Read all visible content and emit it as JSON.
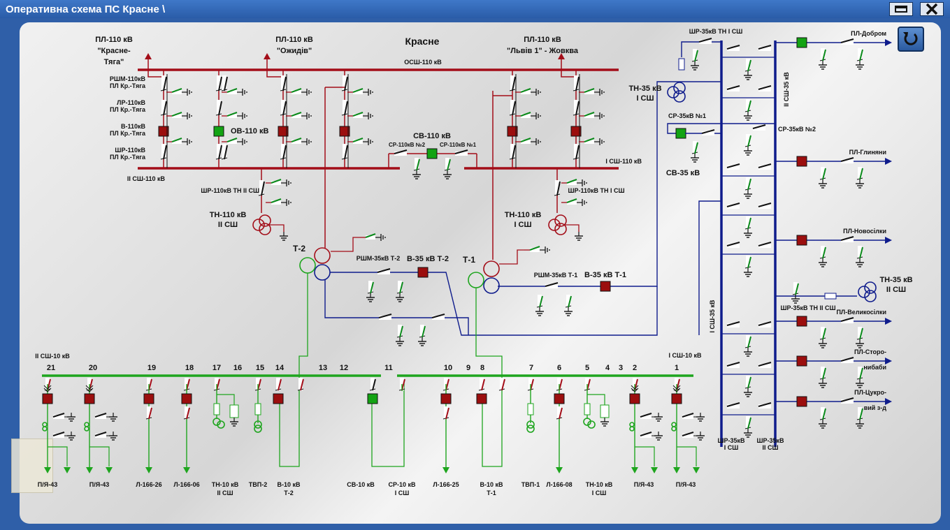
{
  "window": {
    "title": "Оперативна схема ПС Красне \\"
  },
  "station_name": "Красне",
  "lines110": [
    {
      "id": "krasne-tyaga",
      "l1": "ПЛ-110 кВ",
      "l2": "\"Красне-",
      "l3": "Тяга\""
    },
    {
      "id": "ozhydiv",
      "l1": "ПЛ-110 кВ",
      "l2": "\"Ожидів\"",
      "l3": ""
    },
    {
      "id": "lviv",
      "l1": "ПЛ-110 кВ",
      "l2": "\"Львів 1\" - Жовква",
      "l3": ""
    }
  ],
  "bus110": {
    "osh": "ОСШ-110 кВ",
    "s1": "І СШ-110 кВ",
    "s2": "ІІ СШ-110 кВ"
  },
  "left_labels": [
    {
      "a": "РШМ-110кВ",
      "b": "ПЛ Кр.-Тяга"
    },
    {
      "a": "ЛР-110кВ",
      "b": "ПЛ Кр.-Тяга"
    },
    {
      "a": "В-110кВ",
      "b": "ПЛ Кр.-Тяга"
    },
    {
      "a": "ШР-110кВ",
      "b": "ПЛ Кр.-Тяга"
    }
  ],
  "labels110": {
    "ov": "ОВ-110 кВ",
    "sv": "СВ-110 кВ",
    "sr2": "СР-110кВ №2",
    "sr1": "СР-110кВ №1",
    "shr2": "ШР-110кВ ТН ІІ СШ",
    "shr1": "ШР-110кВ ТН І СШ",
    "tn2a": "ТН-110 кВ",
    "tn2b": "ІІ СШ",
    "tn1a": "ТН-110 кВ",
    "tn1b": "І СШ"
  },
  "transformers": {
    "t2": "Т-2",
    "t1": "Т-1",
    "rshm2": "РШМ-35кВ Т-2",
    "v2": "В-35 кВ Т-2",
    "rshm1": "РШМ-35кВ Т-1",
    "v1": "В-35 кВ Т-1"
  },
  "labels35": {
    "shr1": "ШР-35кВ ТН І СШ",
    "tn1a": "ТН-35 кВ",
    "tn1b": "І СШ",
    "sr1": "СР-35кВ №1",
    "sr2": "СР-35кВ №2",
    "sv": "СВ-35 кВ",
    "bus2": "ІІ СШ-35 кВ",
    "bus1": "І СШ-35 кВ",
    "shr2": "ШР-35кВ ТН ІІ СШ",
    "tn2a": "ТН-35 кВ",
    "tn2b": "ІІ СШ",
    "b1a": "ШР-35кВ",
    "b1b": "І СШ",
    "b2a": "ШР-35кВ",
    "b2b": "ІІ СШ"
  },
  "lines35": [
    {
      "l1": "ПЛ-Добром",
      "l2": ""
    },
    {
      "l1": "ПЛ-Глиняни",
      "l2": ""
    },
    {
      "l1": "ПЛ-Новосілки",
      "l2": ""
    },
    {
      "l1": "ПЛ-Великосілки",
      "l2": ""
    },
    {
      "l1": "ПЛ-Сторо-",
      "l2": "нибаби"
    },
    {
      "l1": "ПЛ-Цукро-",
      "l2": "вий з-д"
    }
  ],
  "bus10": {
    "s2": "ІІ СШ-10 кВ",
    "s1": "І СШ-10 кВ"
  },
  "cells10": [
    "21",
    "20",
    "19",
    "18",
    "17",
    "16",
    "15",
    "14",
    "13",
    "12",
    "11",
    "10",
    "9",
    "8",
    "7",
    "6",
    "5",
    "4",
    "3",
    "2",
    "1"
  ],
  "feeders10": [
    {
      "a": "П/Я-43",
      "b": ""
    },
    {
      "a": "П/Я-43",
      "b": ""
    },
    {
      "a": "Л-166-26",
      "b": ""
    },
    {
      "a": "Л-166-06",
      "b": ""
    },
    {
      "a": "ТН-10 кВ",
      "b": "ІІ СШ"
    },
    {
      "a": "ТВП-2",
      "b": ""
    },
    {
      "a": "В-10 кВ",
      "b": "Т-2"
    },
    {
      "a": "СВ-10 кВ",
      "b": ""
    },
    {
      "a": "СР-10 кВ",
      "b": "І СШ"
    },
    {
      "a": "Л-166-25",
      "b": ""
    },
    {
      "a": "В-10 кВ",
      "b": "Т-1"
    },
    {
      "a": "ТВП-1",
      "b": ""
    },
    {
      "a": "Л-166-08",
      "b": ""
    },
    {
      "a": "ТН-10 кВ",
      "b": "І СШ"
    },
    {
      "a": "П/Я-43",
      "b": ""
    },
    {
      "a": "П/Я-43",
      "b": ""
    }
  ],
  "colors": {
    "kv110": "#a30d18",
    "kv35": "#0f1c8c",
    "kv10": "#1ea51e",
    "closed": "#9b0e0e",
    "open": "#13a313"
  }
}
